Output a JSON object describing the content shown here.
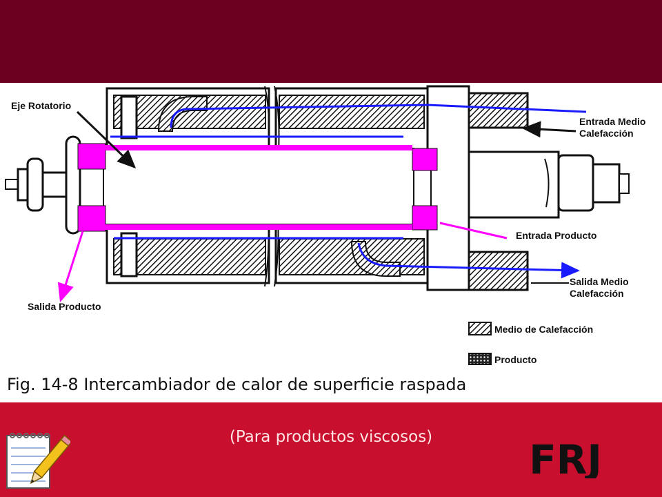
{
  "labels": {
    "eje_rotatorio": "Eje Rotatorio",
    "entrada_medio": "Entrada Medio\nCalefacción",
    "entrada_producto": "Entrada Producto",
    "salida_producto": "Salida Producto",
    "salida_medio": "Salida Medio\nCalefacción"
  },
  "legend": [
    {
      "label": "Medio de Calefacción",
      "swatch": "heating-medium-swatch"
    },
    {
      "label": "Producto",
      "swatch": "product-swatch"
    }
  ],
  "caption": "Fig. 14-8  Intercambiador de calor de superficie raspada",
  "subtitle": "(Para productos viscosos)",
  "logo": "FRJ",
  "colors": {
    "top_band": "#6b0020",
    "bottom_band": "#c8102e",
    "product_flow": "#ff00ff",
    "heating_flow": "#1a1aff",
    "subtitle_text": "#ffe4e4"
  }
}
